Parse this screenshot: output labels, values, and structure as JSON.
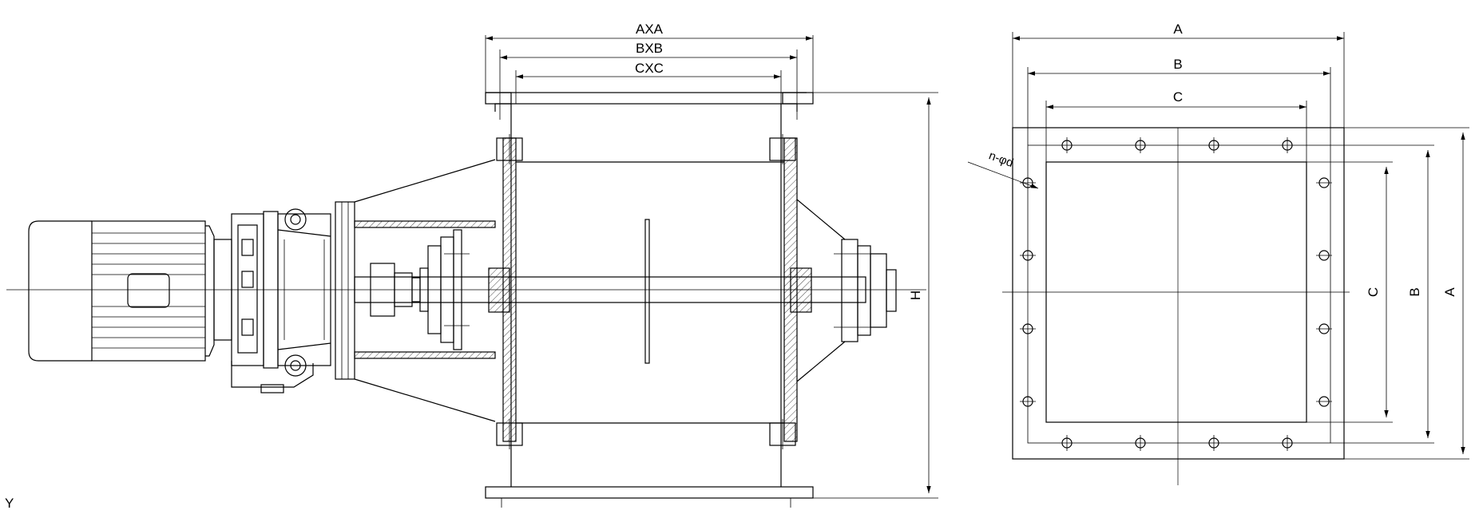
{
  "dimensions": {
    "axa": "AXA",
    "bxb": "BXB",
    "cxc": "CXC",
    "h": "H",
    "a_top": "A",
    "b_top": "B",
    "c_top": "C",
    "a_side": "A",
    "b_side": "B",
    "c_side": "C",
    "holes": "n-φd"
  },
  "corner_mark": "Y"
}
